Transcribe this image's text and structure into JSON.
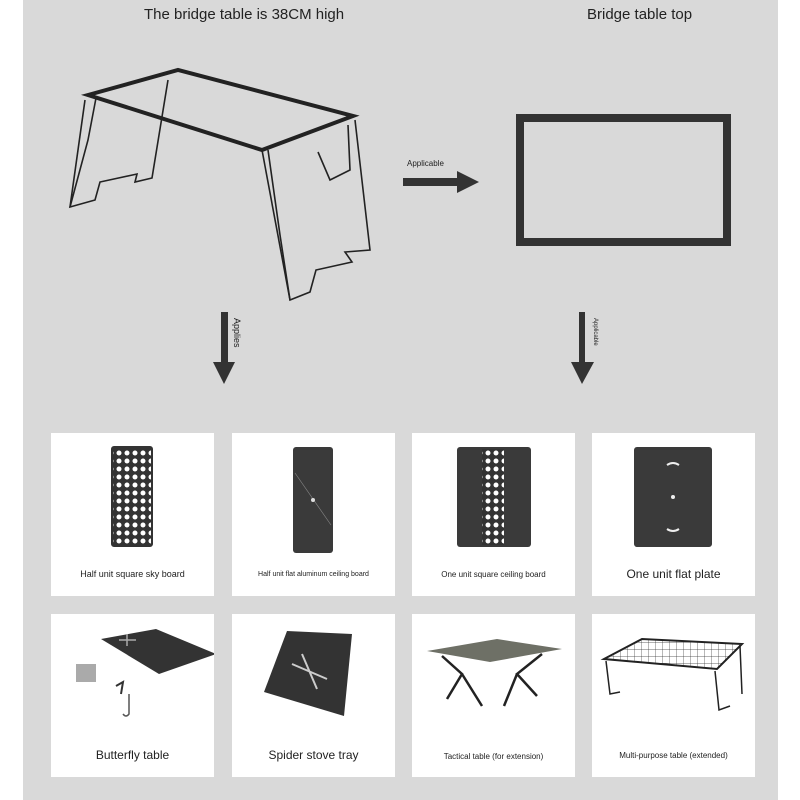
{
  "header": {
    "left_title": "The bridge table is 38CM high",
    "right_title": "Bridge table top"
  },
  "arrows": {
    "right_label": "Applicable",
    "down_left_label": "Applies",
    "down_right_label": "Applicable"
  },
  "products": [
    {
      "label": "Half unit square sky board",
      "icon": "perforated-half-board"
    },
    {
      "label": "Half unit flat aluminum ceiling board",
      "icon": "flat-half-board"
    },
    {
      "label": "One unit square ceiling board",
      "icon": "perforated-full-board"
    },
    {
      "label": "One unit flat plate",
      "icon": "flat-plate"
    },
    {
      "label": "Butterfly table",
      "icon": "butterfly-table"
    },
    {
      "label": "Spider stove tray",
      "icon": "spider-stove-tray"
    },
    {
      "label": "Tactical table (for extension)",
      "icon": "tactical-table"
    },
    {
      "label": "Multi-purpose table (extended)",
      "icon": "mesh-table"
    }
  ]
}
